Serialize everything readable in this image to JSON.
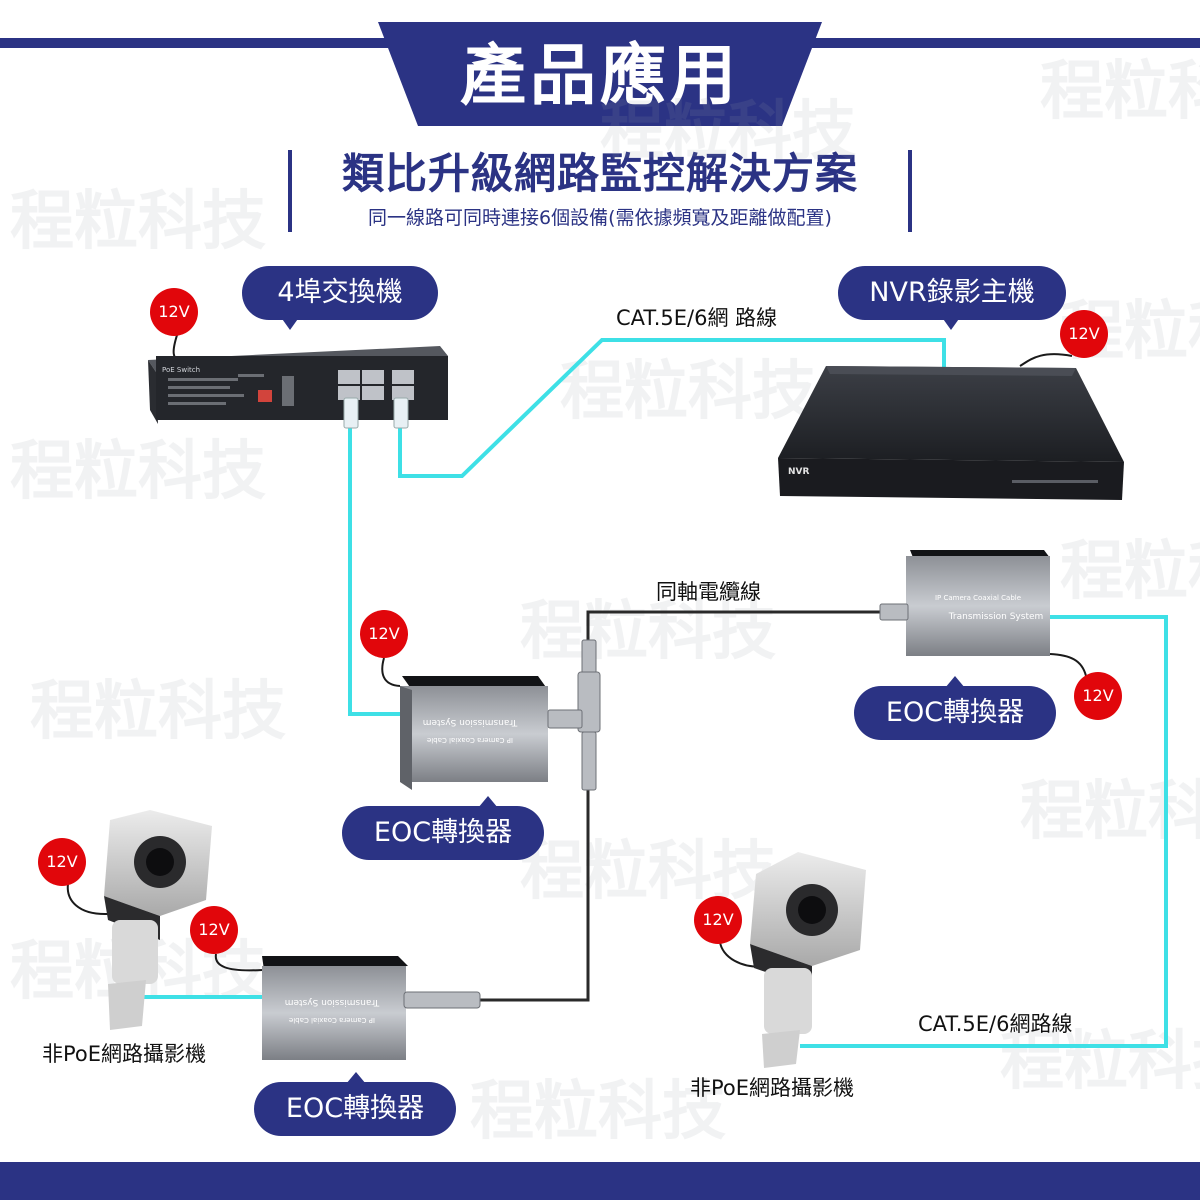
{
  "header": {
    "title": "產品應用",
    "subtitle": "類比升級網路監控解決方案",
    "note": "同一線路可同時連接6個設備(需依據頻寬及距離做配置)"
  },
  "watermark": {
    "text": "程粒科技"
  },
  "labels": {
    "switch": "4埠交換機",
    "nvr": "NVR錄影主機",
    "eoc": "EOC轉換器",
    "cable_top": "CAT.5E/6網 路線",
    "coax": "同軸電纜線",
    "cable_right": "CAT.5E/6網路線",
    "camera": "非PoE網路攝影機"
  },
  "power": {
    "badge": "12V"
  },
  "device_text": {
    "switch_brand": "PoE Switch",
    "nvr_brand": "NVR",
    "eoc_line1": "Transmission System",
    "eoc_line2": "IP Camera Coaxial Cable"
  },
  "colors": {
    "brand_navy": "#2b3384",
    "cable_cyan": "#3ee0e6",
    "coax_black": "#2a2a2a",
    "power_red": "#e1060b"
  }
}
